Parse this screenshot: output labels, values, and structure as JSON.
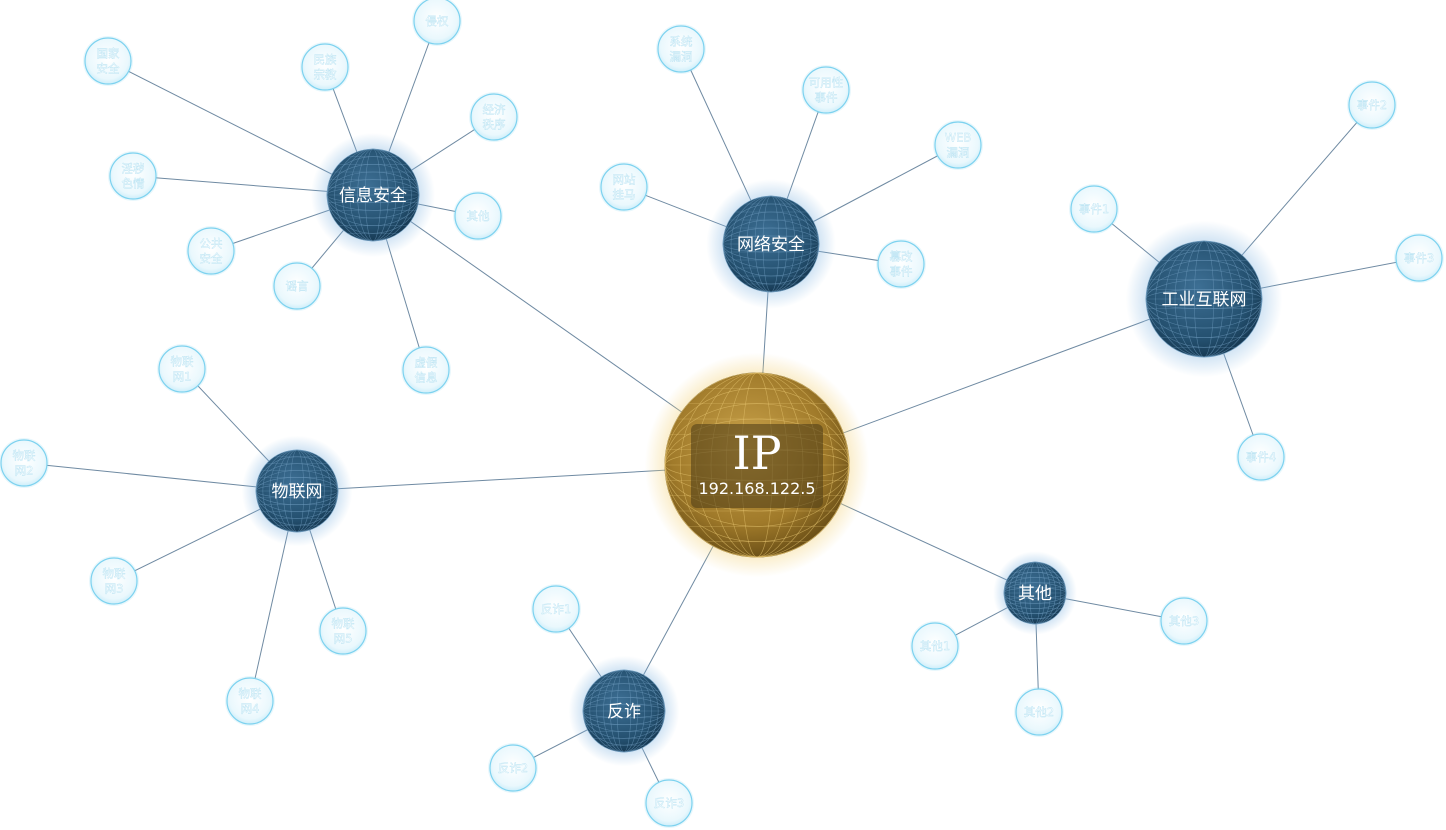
{
  "center": {
    "title": "IP",
    "address": "192.168.122.5"
  },
  "categories": [
    {
      "label": "信息安全",
      "children": [
        [
          "国家",
          "安全"
        ],
        [
          "民族",
          "宗教"
        ],
        [
          "侵权"
        ],
        [
          "经济",
          "秩序"
        ],
        [
          "淫秽",
          "色情"
        ],
        [
          "其他"
        ],
        [
          "公共",
          "安全"
        ],
        [
          "谣言"
        ],
        [
          "虚假",
          "信息"
        ]
      ]
    },
    {
      "label": "网络安全",
      "children": [
        [
          "系统",
          "漏洞"
        ],
        [
          "可用性",
          "事件"
        ],
        [
          "WEB",
          "漏洞"
        ],
        [
          "网站",
          "挂马"
        ],
        [
          "篡改",
          "事件"
        ]
      ]
    },
    {
      "label": "工业互联网",
      "children": [
        [
          "事件2"
        ],
        [
          "事件1"
        ],
        [
          "事件3"
        ],
        [
          "事件4"
        ]
      ]
    },
    {
      "label": "物联网",
      "children": [
        [
          "物联",
          "网1"
        ],
        [
          "物联",
          "网2"
        ],
        [
          "物联",
          "网3"
        ],
        [
          "物联",
          "网5"
        ],
        [
          "物联",
          "网4"
        ]
      ]
    },
    {
      "label": "反诈",
      "children": [
        [
          "反诈1"
        ],
        [
          "反诈2"
        ],
        [
          "反诈3"
        ]
      ]
    },
    {
      "label": "其他",
      "children": [
        [
          "其他1"
        ],
        [
          "其他3"
        ],
        [
          "其他2"
        ]
      ]
    }
  ],
  "colors": {
    "center_fill": "#a8822e",
    "center_glow": "#f3d27a",
    "hub_fill": "#2a5677",
    "hub_glow": "#7fb3e0",
    "leaf_fill": "#e8f7fd",
    "leaf_stroke": "#7dd2ef",
    "leaf_text": "#ffffff",
    "line": "#6f8aa2"
  }
}
